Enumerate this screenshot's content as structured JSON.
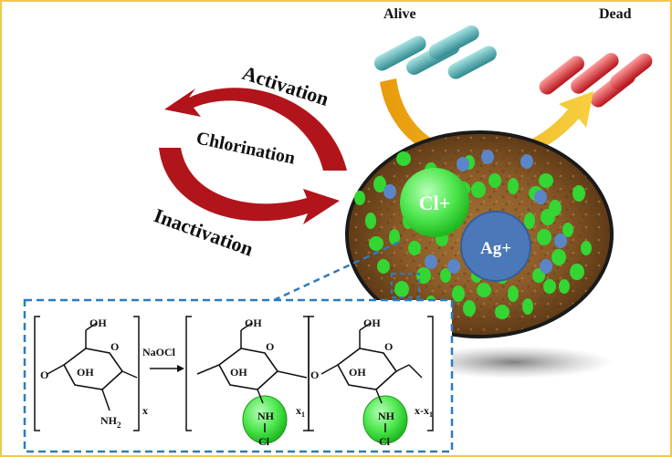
{
  "cycle": {
    "activation": "Activation",
    "chlorination": "Chlorination",
    "inactivation": "Inactivation"
  },
  "bacteria": {
    "alive": "Alive",
    "dead": "Dead"
  },
  "particle": {
    "cl_label": "Cl+",
    "ag_label": "Ag+"
  },
  "reaction": {
    "reagent": "NaOCl",
    "oh": "OH",
    "o": "O",
    "nh2": "NH",
    "nh2_sub": "2",
    "nh": "NH",
    "cl": "Cl",
    "sub_x": "x",
    "sub_x1": "x",
    "sub_x1_sub": "1",
    "sub_xx1": "x-x",
    "sub_xx1_sub": "1"
  },
  "colors": {
    "frame_border": "#f0c94a",
    "cycle_arrow": "#b1141a",
    "alive_bacteria": "#5fb3b3",
    "dead_bacteria": "#e0363a",
    "transfer_arrow": "#f0b21a",
    "cl_particle": "#3ddc3d",
    "ag_particle": "#4a78b8",
    "dashed_box": "#2e7bbf"
  }
}
